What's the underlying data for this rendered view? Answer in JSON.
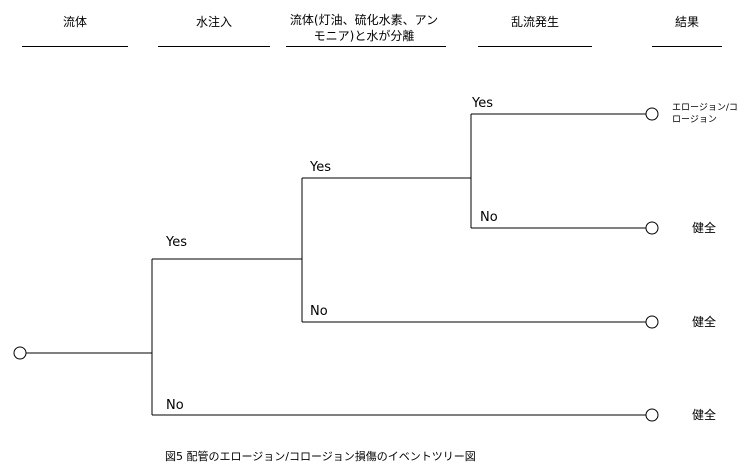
{
  "headers": {
    "col1": "流体",
    "col2": "水注入",
    "col3_line1": "流体(灯油、硫化水素、アン",
    "col3_line2": "モニア)と水が分離",
    "col4": "乱流発生",
    "col5": "結果"
  },
  "branches": {
    "col2_yes": "Yes",
    "col2_no": "No",
    "col3_yes": "Yes",
    "col3_no": "No",
    "col4_yes": "Yes",
    "col4_no": "No"
  },
  "outcomes": {
    "outcome1_line1": "エロージョン/コ",
    "outcome1_line2": "ロージョン",
    "outcome2": "健全",
    "outcome3": "健全",
    "outcome4": "健全"
  },
  "caption": "図5 配管のエロージョン/コロージョン損傷のイベントツリー図"
}
